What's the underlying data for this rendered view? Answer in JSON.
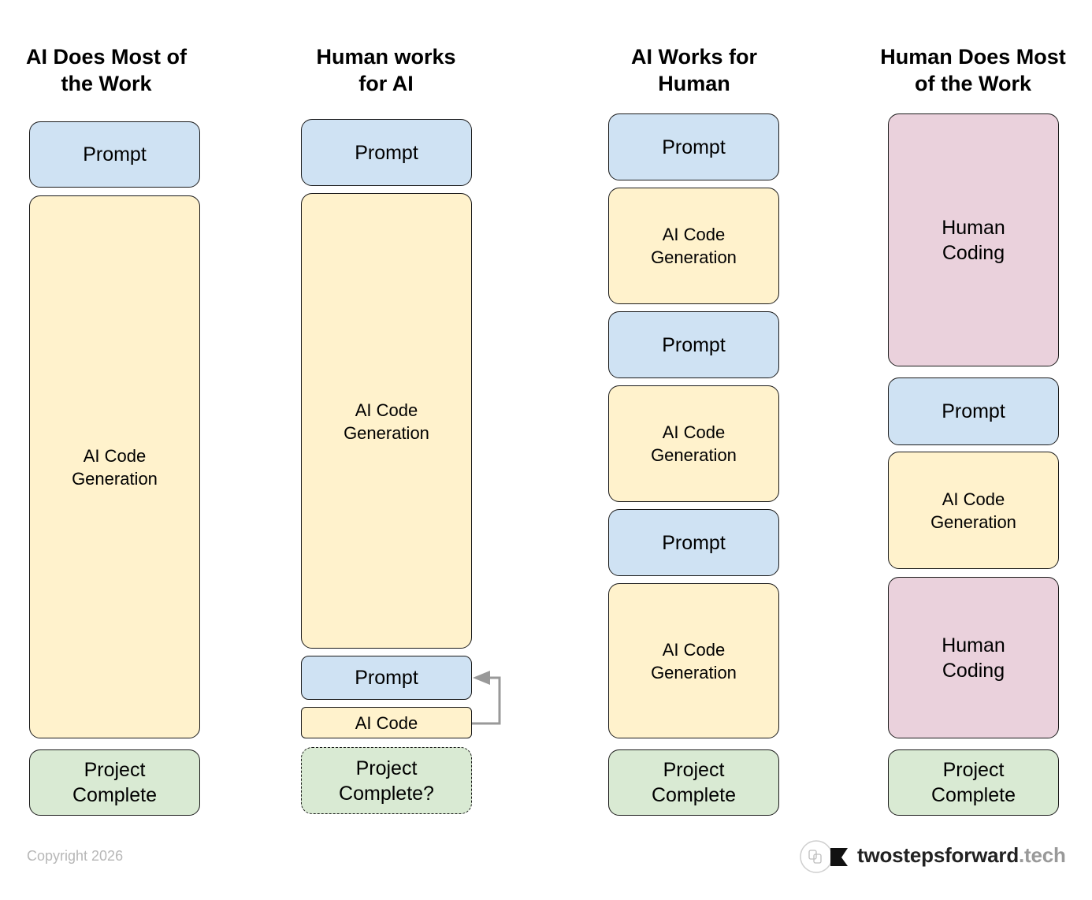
{
  "columns": [
    {
      "title": "AI Does Most of\nthe Work",
      "prompt_1": "Prompt",
      "ai_1": "AI Code\nGeneration",
      "complete": "Project\nComplete"
    },
    {
      "title": "Human works\nfor AI",
      "prompt_1": "Prompt",
      "ai_1": "AI Code\nGeneration",
      "prompt_2": "Prompt",
      "ai_2": "AI Code",
      "complete": "Project\nComplete?"
    },
    {
      "title": "AI Works for\nHuman",
      "prompt_1": "Prompt",
      "ai_1": "AI Code\nGeneration",
      "prompt_2": "Prompt",
      "ai_2": "AI Code\nGeneration",
      "prompt_3": "Prompt",
      "ai_3": "AI Code\nGeneration",
      "complete": "Project\nComplete"
    },
    {
      "title": "Human Does Most\nof the Work",
      "human_1": "Human\nCoding",
      "prompt_1": "Prompt",
      "ai_1": "AI Code\nGeneration",
      "human_2": "Human\nCoding",
      "complete": "Project\nComplete"
    }
  ],
  "footer": {
    "copyright": "Copyright 2026",
    "brand_name": "twostepsforward",
    "brand_tld": ".tech"
  },
  "colors": {
    "prompt": "#cfe2f3",
    "ai_code": "#fff2cc",
    "human_coding": "#ead1dc",
    "project_complete": "#d9ead3",
    "arrow": "#999999"
  }
}
